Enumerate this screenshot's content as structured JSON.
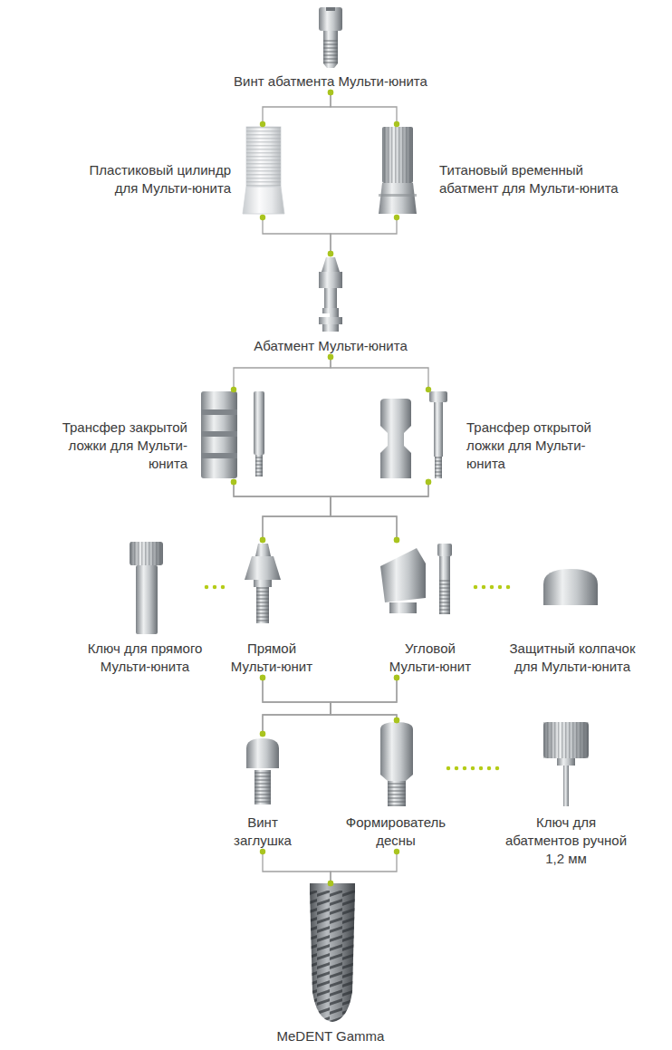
{
  "diagram": {
    "nodes": [
      {
        "text": [
          "Винт абатмента Мульти-юнита"
        ]
      },
      {
        "text": [
          "Пластиковый цилиндр для Мульти-юнита"
        ]
      },
      {
        "text": [
          "Титановый временный абатмент для Мульти-юнита"
        ]
      },
      {
        "text": [
          "Абатмент Мульти-юнита"
        ]
      },
      {
        "text": [
          "Трансфер закрытой ложки для Мульти-юнита"
        ]
      },
      {
        "text": [
          "Трансфер открытой ложки для Мульти-юнита"
        ]
      },
      {
        "text": [
          "Ключ для прямого Мульти-юнита"
        ]
      },
      {
        "text": [
          "Прямой Мульти-юнит"
        ]
      },
      {
        "text": [
          "Угловой Мульти-юнит"
        ]
      },
      {
        "text": [
          "Защитный колпачок для Мульти-юнита"
        ]
      },
      {
        "text": [
          "Винт заглушка"
        ]
      },
      {
        "text": [
          "Формирователь десны"
        ]
      },
      {
        "text": [
          "Ключ для абатментов ручной 1,2 мм"
        ]
      },
      {
        "text": [
          "MeDENT Gamma"
        ]
      }
    ],
    "edges": [
      {
        "from": 0,
        "to": 1,
        "arrow": "none"
      },
      {
        "from": 0,
        "to": 2,
        "arrow": "none"
      },
      {
        "from": 1,
        "to": 3,
        "arrow": "none"
      },
      {
        "from": 2,
        "to": 3,
        "arrow": "none"
      },
      {
        "from": 3,
        "to": 4,
        "arrow": "none"
      },
      {
        "from": 3,
        "to": 5,
        "arrow": "none"
      },
      {
        "from": 4,
        "to": 7,
        "arrow": "none"
      },
      {
        "from": 4,
        "to": 8,
        "arrow": "none"
      },
      {
        "from": 5,
        "to": 7,
        "arrow": "none"
      },
      {
        "from": 5,
        "to": 8,
        "arrow": "none"
      },
      {
        "from": 6,
        "to": 7,
        "arrow": "none"
      },
      {
        "from": 8,
        "to": 9,
        "arrow": "none"
      },
      {
        "from": 7,
        "to": 10,
        "arrow": "none"
      },
      {
        "from": 7,
        "to": 11,
        "arrow": "none"
      },
      {
        "from": 8,
        "to": 10,
        "arrow": "none"
      },
      {
        "from": 8,
        "to": 11,
        "arrow": "none"
      },
      {
        "from": 11,
        "to": 12,
        "arrow": "none"
      },
      {
        "from": 10,
        "to": 13,
        "arrow": "none"
      },
      {
        "from": 11,
        "to": 13,
        "arrow": "none"
      }
    ]
  }
}
